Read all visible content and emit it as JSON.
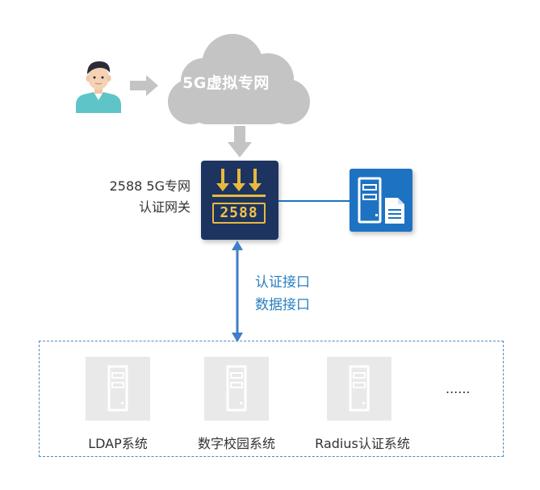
{
  "cloud": {
    "label": "5G虚拟专网"
  },
  "gateway": {
    "label_line1": "2588 5G专网",
    "label_line2": "认证网关",
    "code": "2588"
  },
  "interfaces": {
    "auth": "认证接口",
    "data": "数据接口"
  },
  "systems": [
    {
      "label": "LDAP系统"
    },
    {
      "label": "数字校园系统"
    },
    {
      "label": "Radius认证系统"
    }
  ],
  "more": "......",
  "colors": {
    "navy": "#1d3461",
    "gold": "#e8b93d",
    "blue": "#1e72c2",
    "accent_text": "#2a7fc0",
    "gray": "#c4c4c4",
    "card_bg": "#e9e9e9"
  },
  "icons": [
    "user-avatar-icon",
    "cloud-icon",
    "gateway-icon",
    "server-document-icon",
    "server-icon"
  ]
}
